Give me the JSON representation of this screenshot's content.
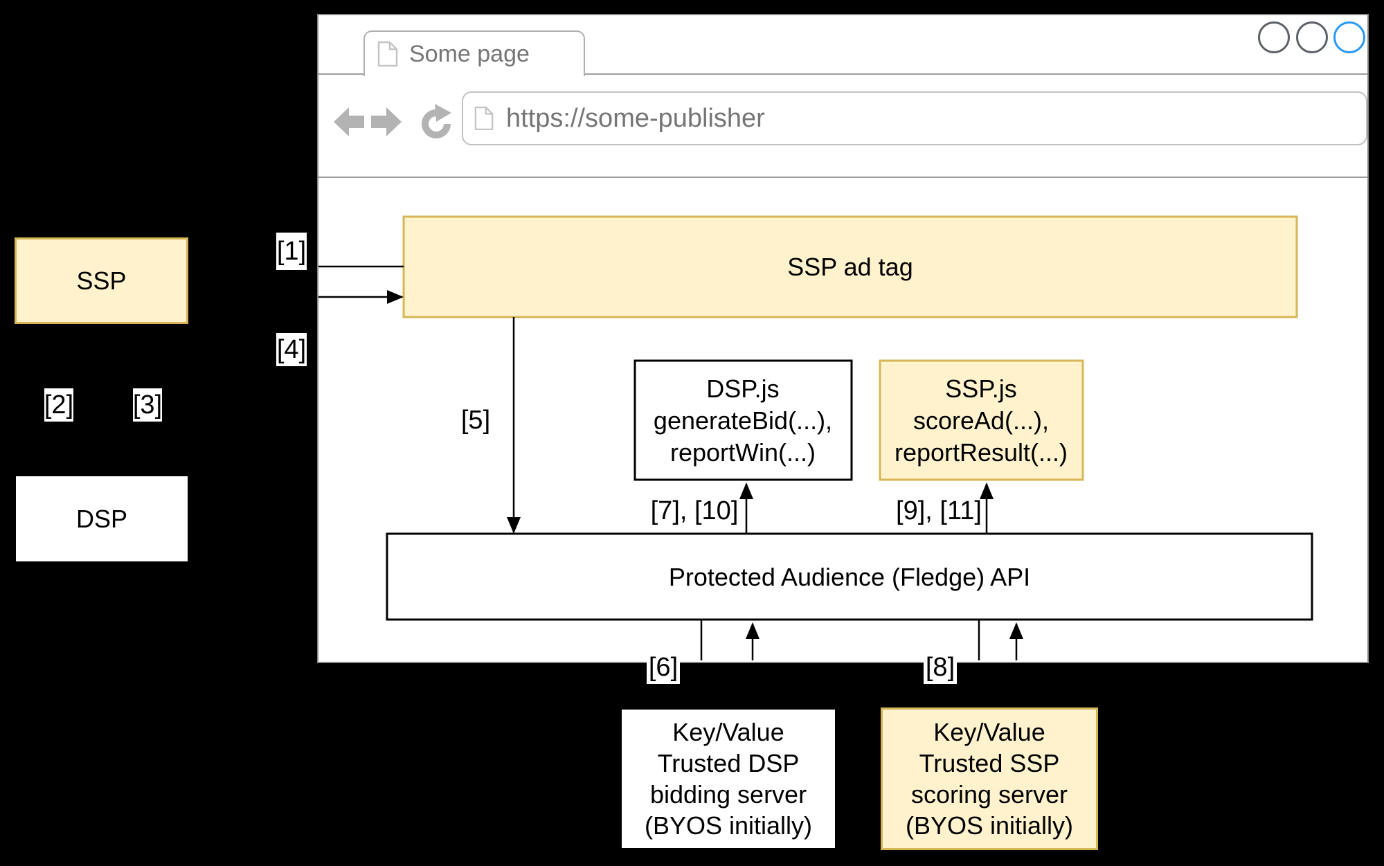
{
  "window": {
    "tab_title": "Some page",
    "url": "https://some-publisher"
  },
  "labels": {
    "n1": "[1]",
    "n2": "[2]",
    "n3": "[3]",
    "n4": "[4]",
    "n5": "[5]",
    "n6": "[6]",
    "n7_10": "[7], [10]",
    "n8": "[8]",
    "n9_11": "[9], [11]"
  },
  "nodes": {
    "ssp_external": "SSP",
    "dsp_external": "DSP",
    "ssp_ad_tag": "SSP ad tag",
    "dsp_js_lines": [
      "DSP.js",
      "generateBid(...),",
      "reportWin(...)"
    ],
    "ssp_js_lines": [
      "SSP.js",
      "scoreAd(...),",
      "reportResult(...)"
    ],
    "pa_api": "Protected Audience (Fledge) API",
    "kv_dsp_lines": [
      "Key/Value",
      "Trusted DSP",
      "bidding server",
      "(BYOS initially)"
    ],
    "kv_ssp_lines": [
      "Key/Value",
      "Trusted SSP",
      "scoring server",
      "(BYOS initially)"
    ]
  },
  "colors": {
    "highlight_fill": "#FFF2CC",
    "highlight_border": "#D6B656",
    "active_control_blue": "#2B9AF3"
  }
}
